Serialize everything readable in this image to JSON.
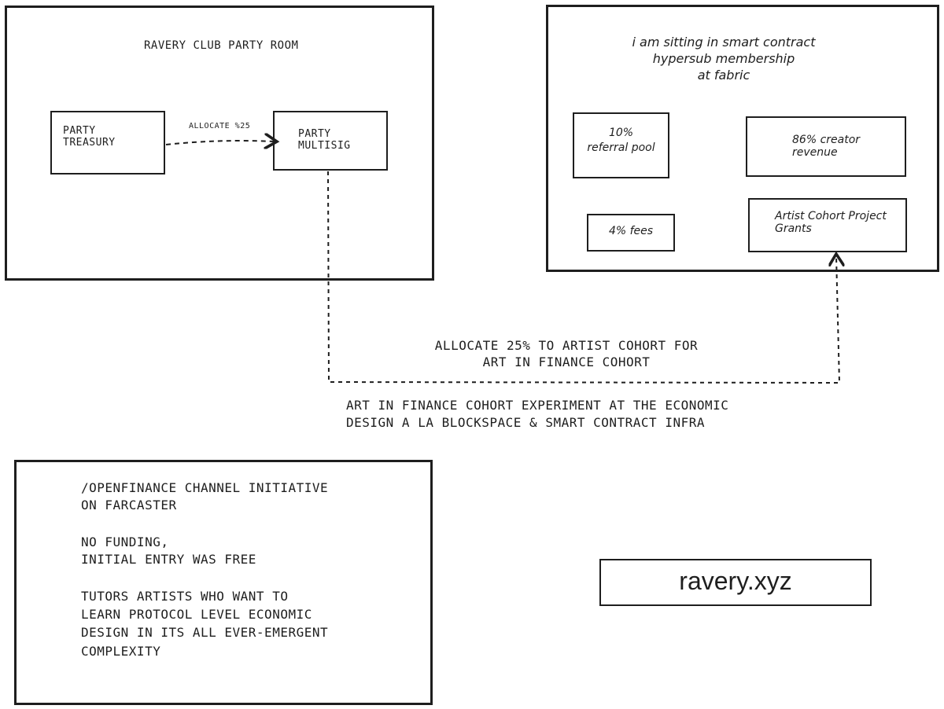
{
  "party_room": {
    "title": "RAVERY CLUB PARTY ROOM",
    "treasury_label": "PARTY\nTREASURY",
    "multisig_label": "PARTY\nMULTISIG",
    "allocate_label": "ALLOCATE %25"
  },
  "hypersub": {
    "title": "i am sitting in smart contract\nhypersub membership\nat fabric",
    "referral_label": "10%\nreferral pool",
    "creator_label": "86% creator\nrevenue",
    "fees_label": "4% fees",
    "grants_label": "Artist Cohort Project\nGrants"
  },
  "flow": {
    "allocate_cohort": "ALLOCATE 25% TO ARTIST COHORT FOR\nART IN FINANCE COHORT",
    "experiment": "ART IN FINANCE COHORT EXPERIMENT AT THE ECONOMIC\nDESIGN A LA BLOCKSPACE & SMART CONTRACT INFRA"
  },
  "openfinance": {
    "line1": "/OPENFINANCE CHANNEL INITIATIVE\nON FARCASTER",
    "line2": "NO FUNDING,\nINITIAL ENTRY WAS FREE",
    "line3": "TUTORS ARTISTS WHO WANT TO\nLEARN PROTOCOL LEVEL ECONOMIC\nDESIGN IN ITS ALL EVER-EMERGENT\nCOMPLEXITY"
  },
  "brand": {
    "site": "ravery.xyz"
  }
}
